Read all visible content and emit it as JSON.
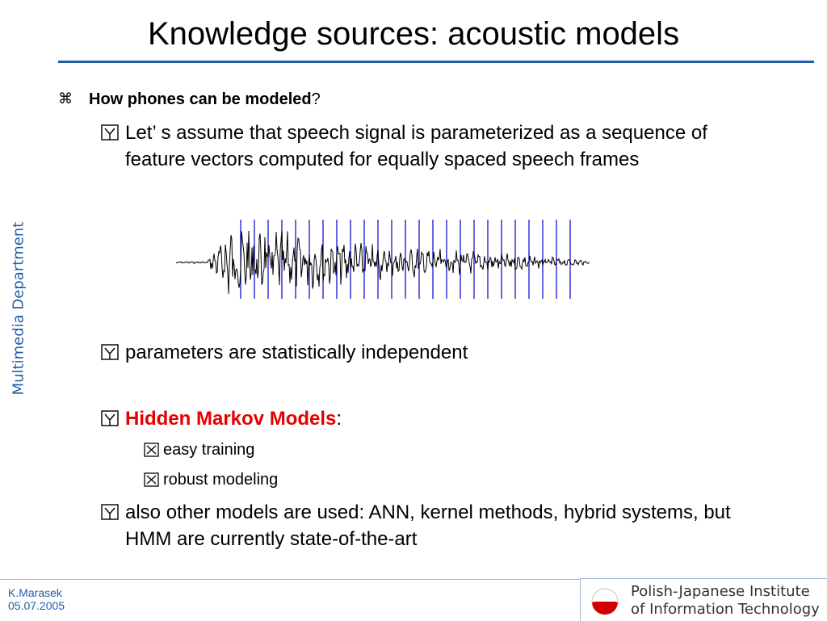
{
  "title": "Knowledge sources: acoustic models",
  "side_label": "Multimedia Department",
  "bullets": {
    "b1": {
      "bold": "How phones can be modeled",
      "tail": "?"
    },
    "b2": {
      "text": "Let’ s assume that speech signal is parameterized as a sequence of feature vectors computed for equally spaced speech frames"
    },
    "b3": {
      "text": "parameters are statistically independent"
    },
    "b4": {
      "highlight": "Hidden Markov Models",
      "tail": ":"
    },
    "b4a": {
      "text": "easy training"
    },
    "b4b": {
      "text": "robust modeling"
    },
    "b5": {
      "text": "also other models are used: ANN, kernel methods, hybrid systems, but HMM are currently state-of-the-art"
    }
  },
  "footer": {
    "author": "K.Marasek",
    "date": "05.07.2005",
    "institute_line1": "Polish-Japanese Institute",
    "institute_line2": "of Information Technology"
  },
  "colors": {
    "accent": "#1f5fa8",
    "highlight": "#e60000",
    "frame_lines": "#0000cc",
    "waveform": "#000000"
  },
  "icons": {
    "level1": "command-key-icon",
    "level2": "checked-box-icon",
    "level3": "crossed-box-icon"
  }
}
